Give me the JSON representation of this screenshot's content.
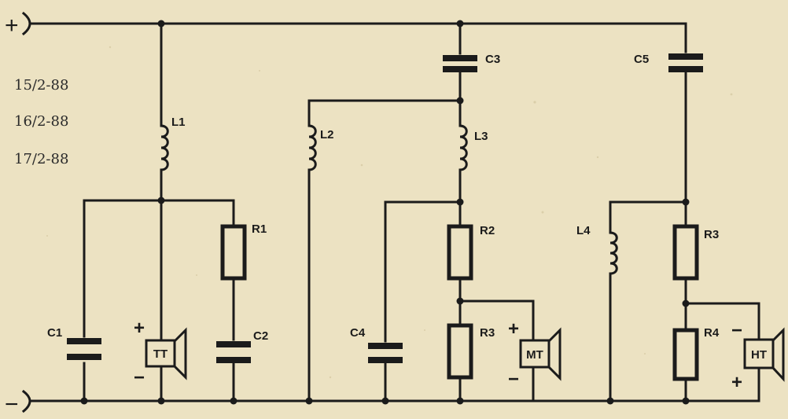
{
  "dates": [
    "15/2-88",
    "16/2-88",
    "17/2-88"
  ],
  "terminals": {
    "positive": "+",
    "negative": "−"
  },
  "capacitors": {
    "c1": "C1",
    "c2": "C2",
    "c3": "C3",
    "c4": "C4",
    "c5": "C5"
  },
  "inductors": {
    "l1": "L1",
    "l2": "L2",
    "l3": "L3",
    "l4": "L4"
  },
  "resistors": {
    "r1": "R1",
    "r2": "R2",
    "r3_mid": "R3",
    "r3_high": "R3",
    "r4": "R4"
  },
  "speakers": {
    "tt": {
      "label": "TT",
      "plus": "+",
      "minus": "−"
    },
    "mt": {
      "label": "MT",
      "plus": "+",
      "minus": "−"
    },
    "ht": {
      "label": "HT",
      "plus": "+",
      "minus": "−"
    }
  },
  "colors": {
    "paper": "#ece2c2",
    "ink": "#1b1b1b"
  }
}
